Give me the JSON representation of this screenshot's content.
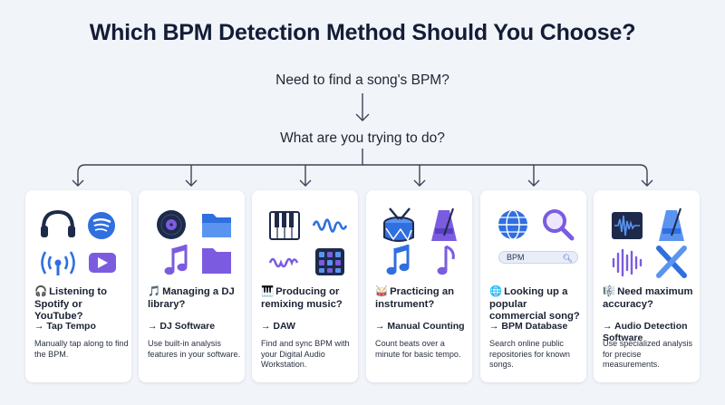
{
  "title": "Which BPM Detection Method Should You Choose?",
  "start_question": "Need to find a song's BPM?",
  "second_question": "What are you trying to do?",
  "cards": [
    {
      "emoji": "🎧",
      "question": "Listening to Spotify or YouTube?",
      "method": "→ Tap Tempo",
      "description": "Manually tap along to find the BPM.",
      "icons": [
        "headphones-icon",
        "spotify-icon",
        "podcast-icon",
        "youtube-icon"
      ]
    },
    {
      "emoji": "🎵",
      "question": "Managing a DJ library?",
      "method": "→ DJ Software",
      "description": "Use built-in analysis features in your software.",
      "icons": [
        "vinyl-record-icon",
        "open-folder-icon",
        "music-note-icon",
        "folder-icon"
      ]
    },
    {
      "emoji": "🎹",
      "question": "Producing or remixing music?",
      "method": "→ DAW",
      "description": "Find and sync BPM with your Digital Audio Workstation.",
      "icons": [
        "piano-keys-icon",
        "waveform-icon",
        "waveform-small-icon",
        "drum-pad-icon"
      ]
    },
    {
      "emoji": "🥁",
      "question": "Practicing an instrument?",
      "method": "→ Manual Counting",
      "description": "Count beats over a minute for basic tempo.",
      "icons": [
        "drum-icon",
        "metronome-icon",
        "music-note-icon",
        "music-note-icon"
      ]
    },
    {
      "emoji": "🌐",
      "question": "Looking up a popular commercial song?",
      "method": "→ BPM Database",
      "description": "Search online public repositories for known songs.",
      "icons": [
        "globe-icon",
        "magnifier-icon"
      ],
      "search_chip": "BPM"
    },
    {
      "emoji": "🎼",
      "question": "Need maximum accuracy?",
      "method": "→ Audio Detection Software",
      "description": "Use specialized analysis for precise measurements.",
      "icons": [
        "spectrum-icon",
        "metronome-icon",
        "audio-wave-icon",
        "tools-icon"
      ]
    }
  ],
  "colors": {
    "background": "#f1f4f9",
    "card": "#ffffff",
    "connector": "#3d4454",
    "accent_blue": "#2f6fe0",
    "accent_purple": "#7b5ce0",
    "dark_navy": "#1e2a4a"
  }
}
